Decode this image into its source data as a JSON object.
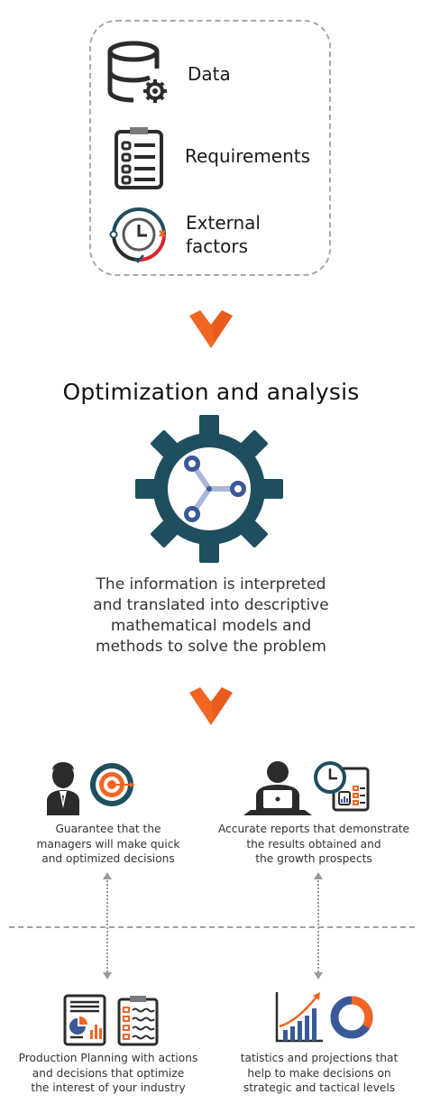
{
  "inputs": {
    "items": [
      {
        "icon": "database-gear-icon",
        "label_lines": [
          "Data"
        ]
      },
      {
        "icon": "clipboard-checklist-icon",
        "label_lines": [
          "Requirements"
        ]
      },
      {
        "icon": "clock-cycle-icon",
        "label_lines": [
          "External",
          "factors"
        ]
      }
    ]
  },
  "process": {
    "title": "Optimization and analysis",
    "icon": "gear-network-icon",
    "description_lines": [
      "The information is interpreted",
      "and translated into descriptive",
      "mathematical models and",
      "methods to solve the problem"
    ]
  },
  "outputs": [
    {
      "icon": "manager-target-icon",
      "lines": [
        "Guarantee that the",
        "managers will make quick",
        "and optimized decisions"
      ]
    },
    {
      "icon": "laptop-report-icon",
      "lines": [
        "Accurate reports that demonstrate",
        "the results obtained and",
        "the growth prospects"
      ]
    },
    {
      "icon": "report-checklist-icon",
      "lines": [
        "Production Planning with actions",
        "and decisions that optimize",
        "the interest of your industry"
      ]
    },
    {
      "icon": "growth-chart-icon",
      "lines": [
        "tatistics and projections that",
        "help to make decisions  on",
        "strategic and tactical levels"
      ]
    }
  ],
  "colors": {
    "accent": "#f26522",
    "teal": "#1f4e5f",
    "dark": "#2b2b2b",
    "red": "#d8262b",
    "blue": "#3b5998",
    "light_blue": "#a9b7d9",
    "gray_line": "#a0a0a0"
  }
}
